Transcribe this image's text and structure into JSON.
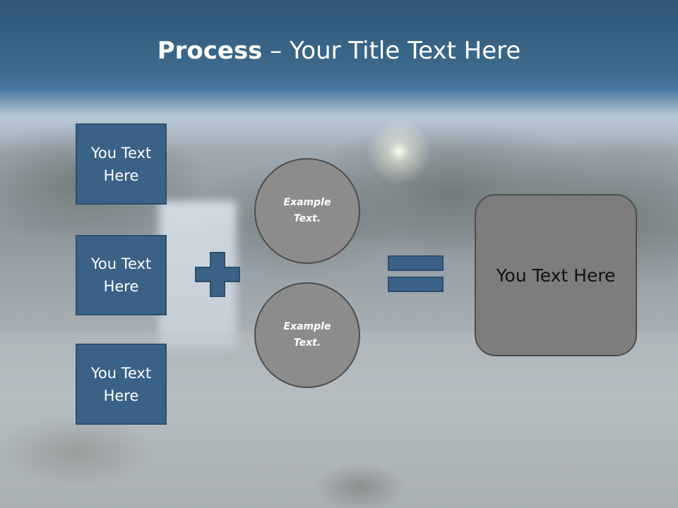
{
  "slide": {
    "title": {
      "strong": "Process",
      "rest": " – Your Title Text Here"
    },
    "input_boxes": [
      "You Text Here",
      "You Text Here",
      "You Text Here"
    ],
    "circles": [
      "Example Text.",
      "Example Text."
    ],
    "result_box": "You Text Here"
  },
  "colors": {
    "box_blue": "#3a6186",
    "circle_gray": "#8c8c8c",
    "result_gray": "#7d7d7d",
    "header_blue": "#3d6a8d"
  },
  "icons": {
    "operator_1": "plus-icon",
    "operator_2": "equals-icon"
  }
}
